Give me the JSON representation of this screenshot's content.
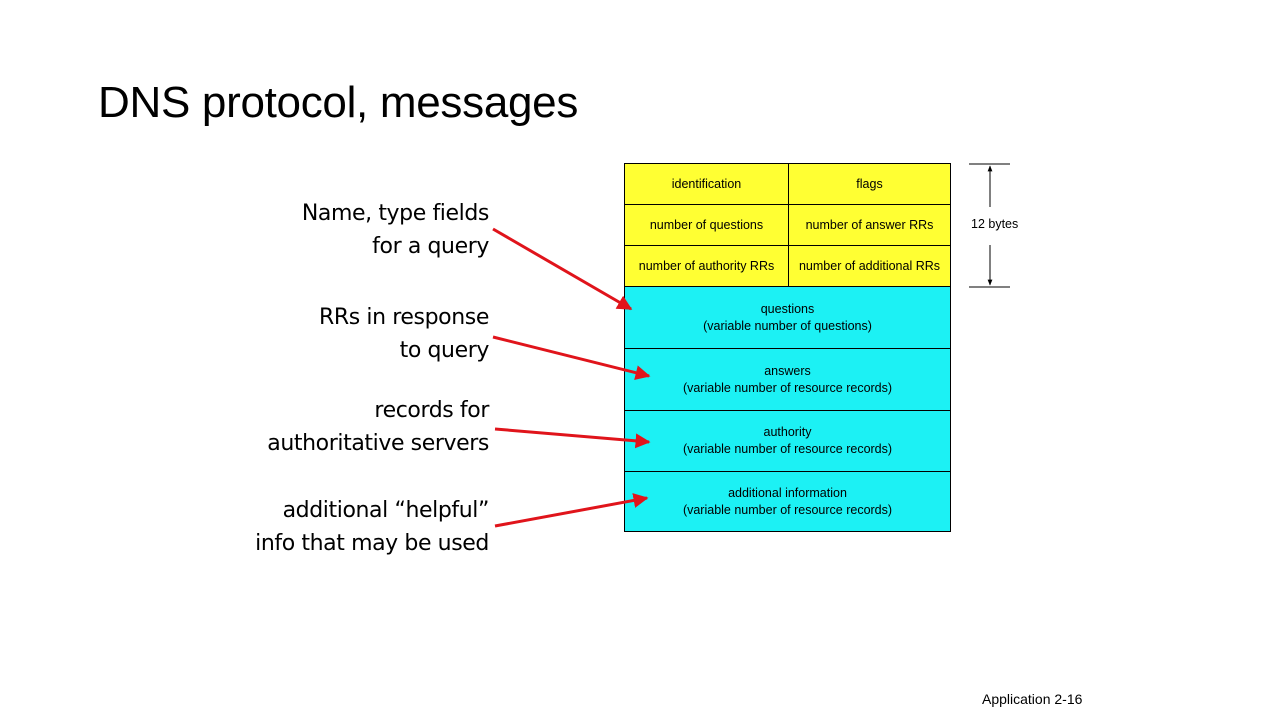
{
  "slide": {
    "title": "DNS protocol, messages",
    "footer": "Application  2-16"
  },
  "annotations": [
    {
      "lines": [
        "Name, type fields",
        "for a query"
      ]
    },
    {
      "lines": [
        "RRs in response",
        "to query"
      ]
    },
    {
      "lines": [
        "records for",
        "authoritative servers"
      ]
    },
    {
      "lines": [
        "additional “helpful”",
        "info that may be used"
      ]
    }
  ],
  "message": {
    "header_fields": [
      "identification",
      "flags",
      "number of questions",
      "number of answer RRs",
      "number of authority RRs",
      "number of additional RRs"
    ],
    "sections": [
      {
        "name": "questions",
        "detail": "(variable number of questions)"
      },
      {
        "name": "answers",
        "detail": "(variable number of resource records)"
      },
      {
        "name": "authority",
        "detail": "(variable number of resource  records)"
      },
      {
        "name": "additional information",
        "detail": "(variable number of resource records)"
      }
    ],
    "header_size_label": "12 bytes"
  },
  "colors": {
    "header_fill": "#ffff33",
    "section_fill": "#1cf1f4",
    "arrow": "#e0141b"
  }
}
